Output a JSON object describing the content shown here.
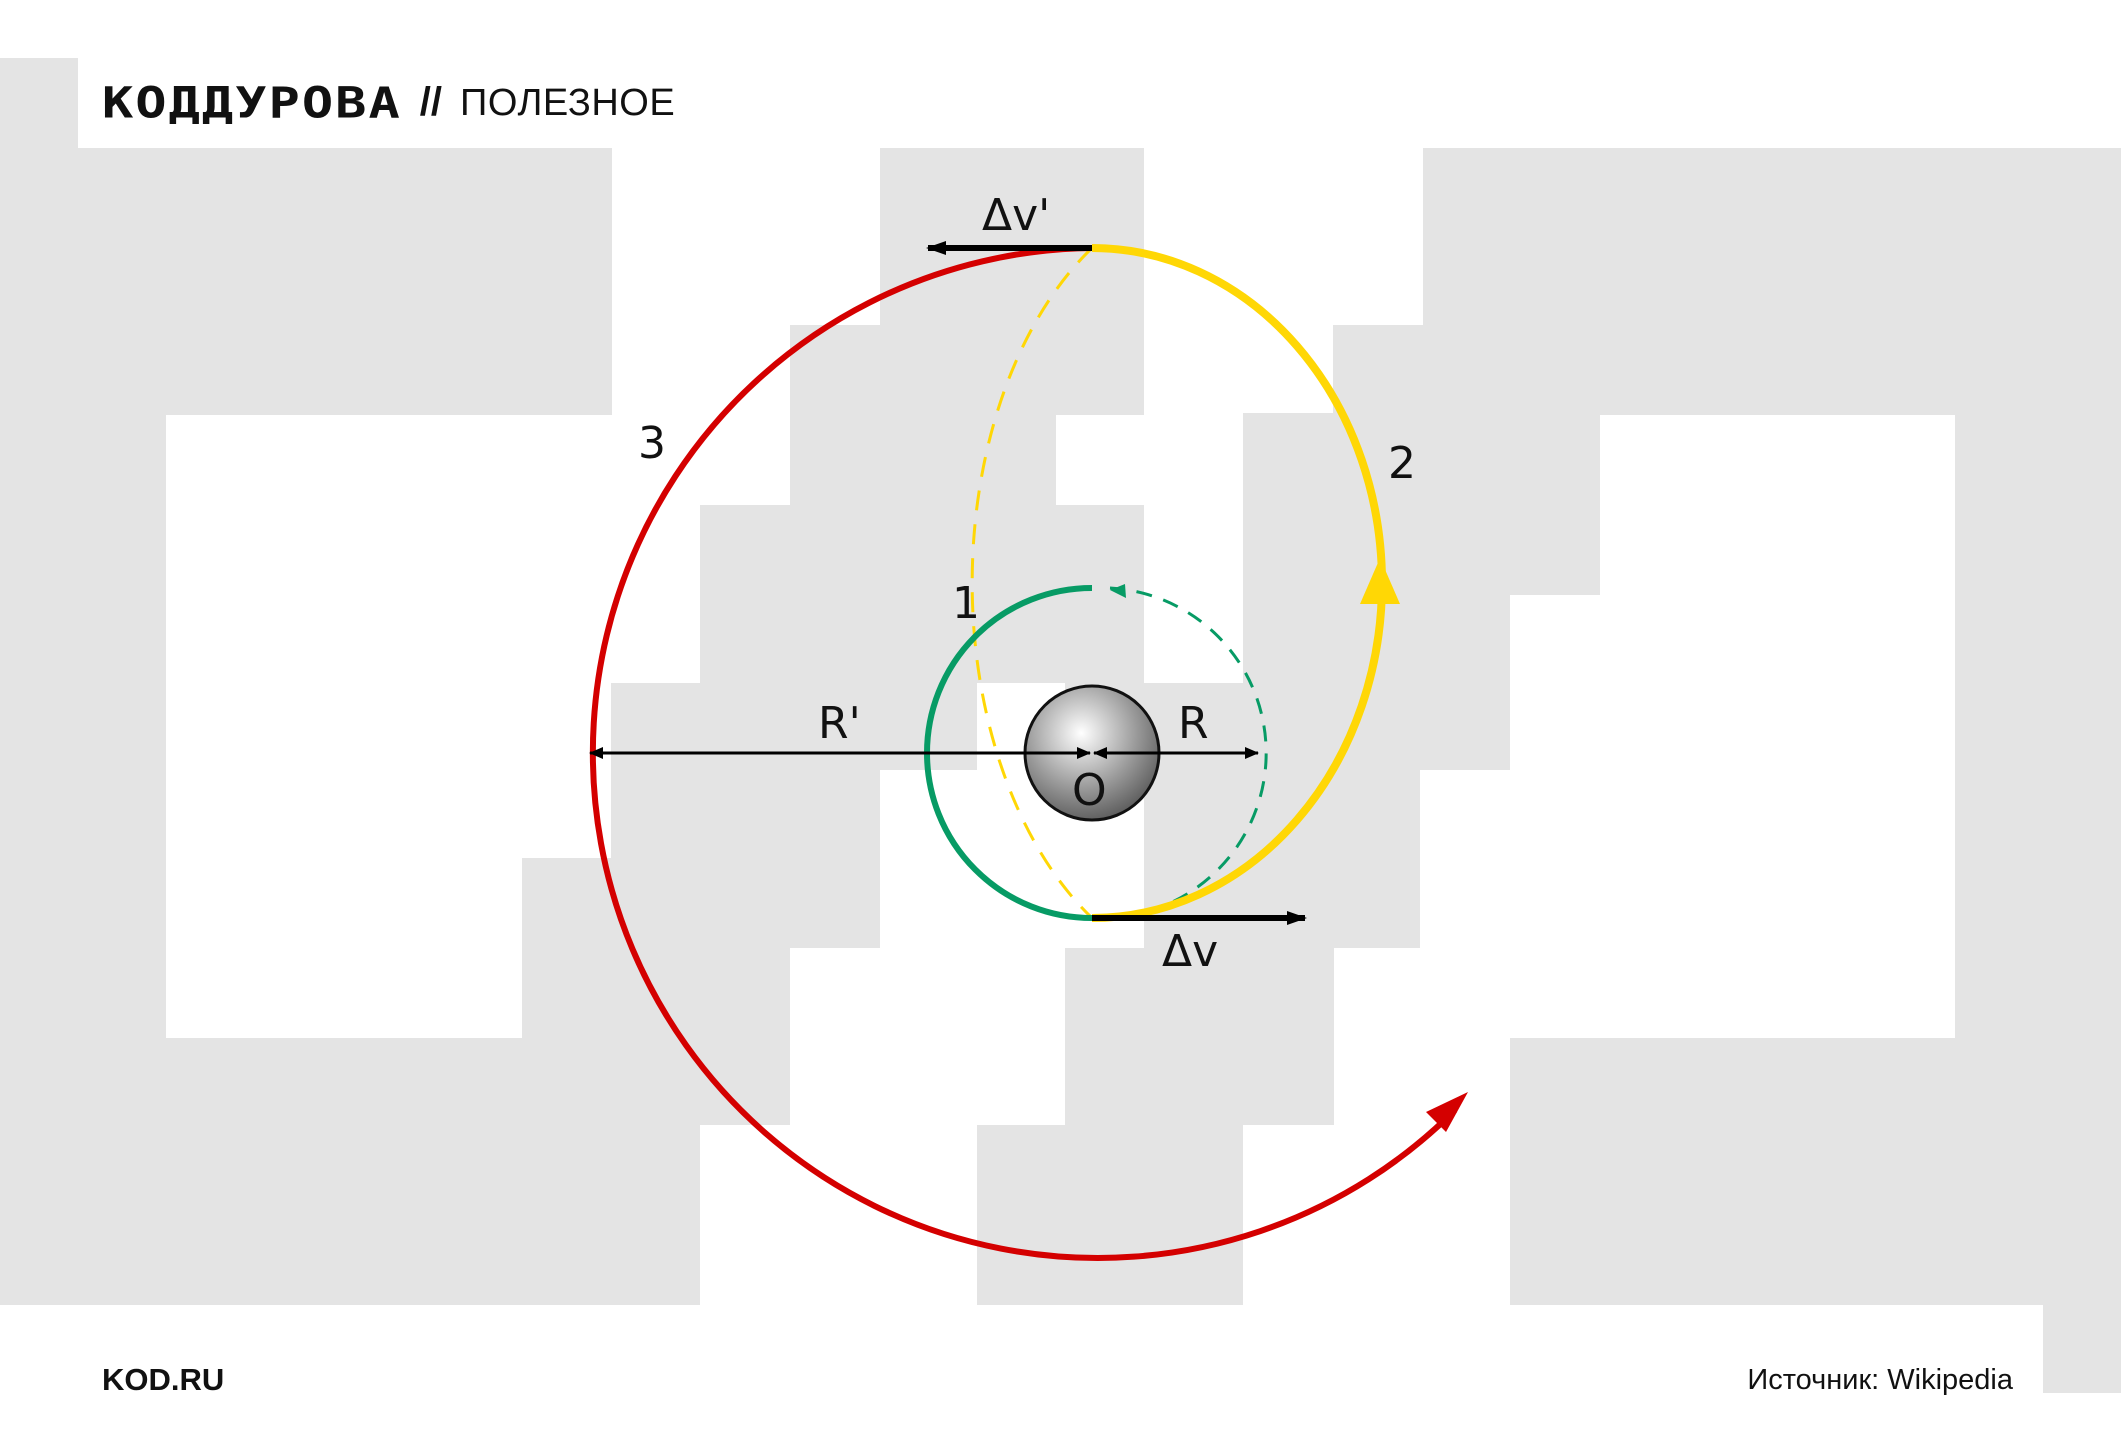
{
  "header": {
    "logo": "КОДДУРОВА",
    "separator": "//",
    "section": "ПОЛЕЗНОЕ"
  },
  "footer": {
    "site": "KOD.RU",
    "source": "Источник: Wikipedia"
  },
  "diagram": {
    "labels": {
      "orbit1": "1",
      "orbit2": "2",
      "orbit3": "3",
      "center": "O",
      "radius_inner": "R",
      "radius_outer": "R'",
      "delta_v": "Δv",
      "delta_v_prime": "Δv'"
    },
    "colors": {
      "background_blocks": "#e4e4e4",
      "orbit1": "#079b65",
      "orbit2": "#ffd705",
      "orbit3": "#d40000",
      "vectors": "#000000",
      "planet_dark": "#444444",
      "planet_light": "#ffffff"
    }
  }
}
